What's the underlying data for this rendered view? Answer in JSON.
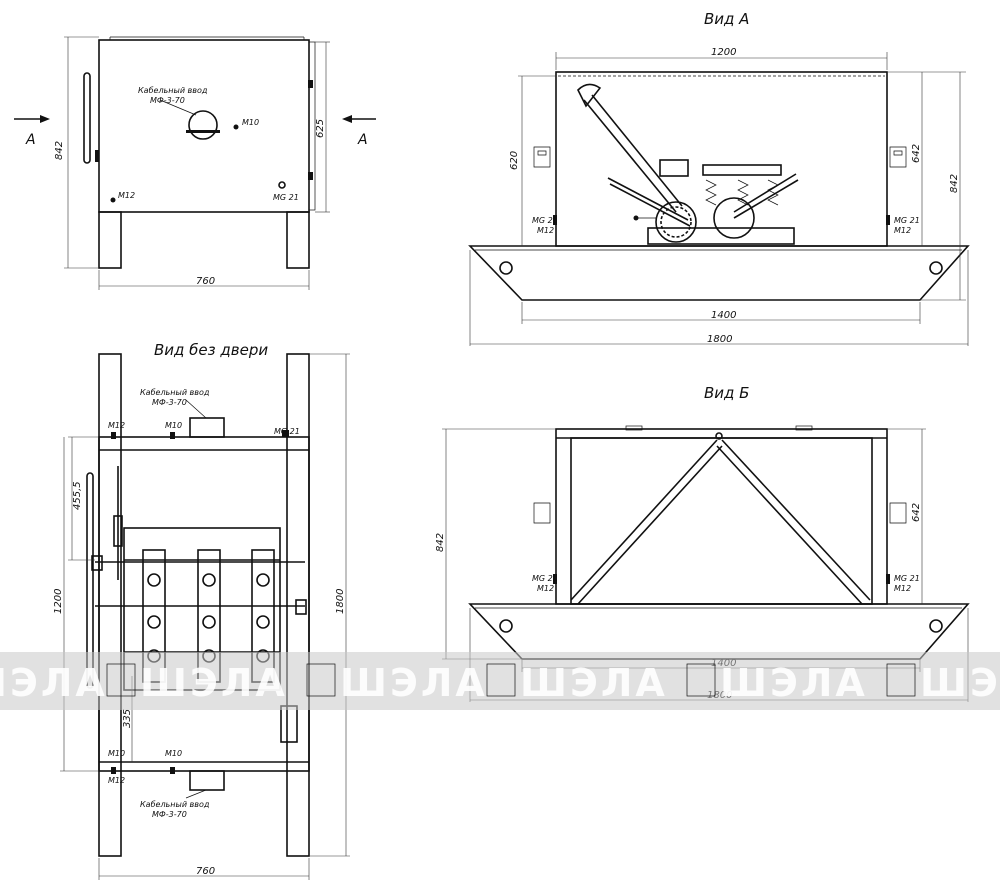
{
  "views": {
    "front": {
      "dim_width": "760",
      "dim_height": "842",
      "dim_side": "625",
      "cable_entry_line1": "Кабельный ввод",
      "cable_entry_line2": "МФ-3-70",
      "bolt_m10": "М10",
      "bolt_m12": "М12",
      "bolt_mg21": "МG 21",
      "arrow_left": "А",
      "arrow_right": "А"
    },
    "view_a": {
      "title": "Вид А",
      "dim_top": "1200",
      "dim_inner": "620",
      "dim_right": "642",
      "dim_overall_h": "842",
      "dim_base_inner": "1400",
      "dim_base_outer": "1800",
      "label_mg21_left": "МG 21",
      "label_m12_left": "М12",
      "label_mg21_right": "МG 21",
      "label_m12_right": "М12"
    },
    "no_door": {
      "title": "Вид без двери",
      "cable_entry_line1": "Кабельный ввод",
      "cable_entry_line2": "МФ-3-70",
      "cable_entry_bottom_line1": "Кабельный ввод",
      "cable_entry_bottom_line2": "МФ-3-70",
      "dim_455": "455,5",
      "dim_1200": "1200",
      "dim_1800": "1800",
      "dim_335": "335",
      "dim_760": "760",
      "bolt_m12": "М12",
      "bolt_m10": "М10",
      "bolt_mg21": "МG 21"
    },
    "view_b": {
      "title": "Вид Б",
      "dim_overall_h": "842",
      "dim_right": "642",
      "dim_base_inner": "1400",
      "dim_base_outer": "1800",
      "label_mg21_left": "МG 21",
      "label_m12_left": "М12",
      "label_mg21_right": "МG 21",
      "label_m12_right": "М12"
    }
  },
  "watermark": {
    "text": "ШЭЛА"
  },
  "colors": {
    "line": "#111111",
    "watermark_band": "#c9c9c9"
  }
}
